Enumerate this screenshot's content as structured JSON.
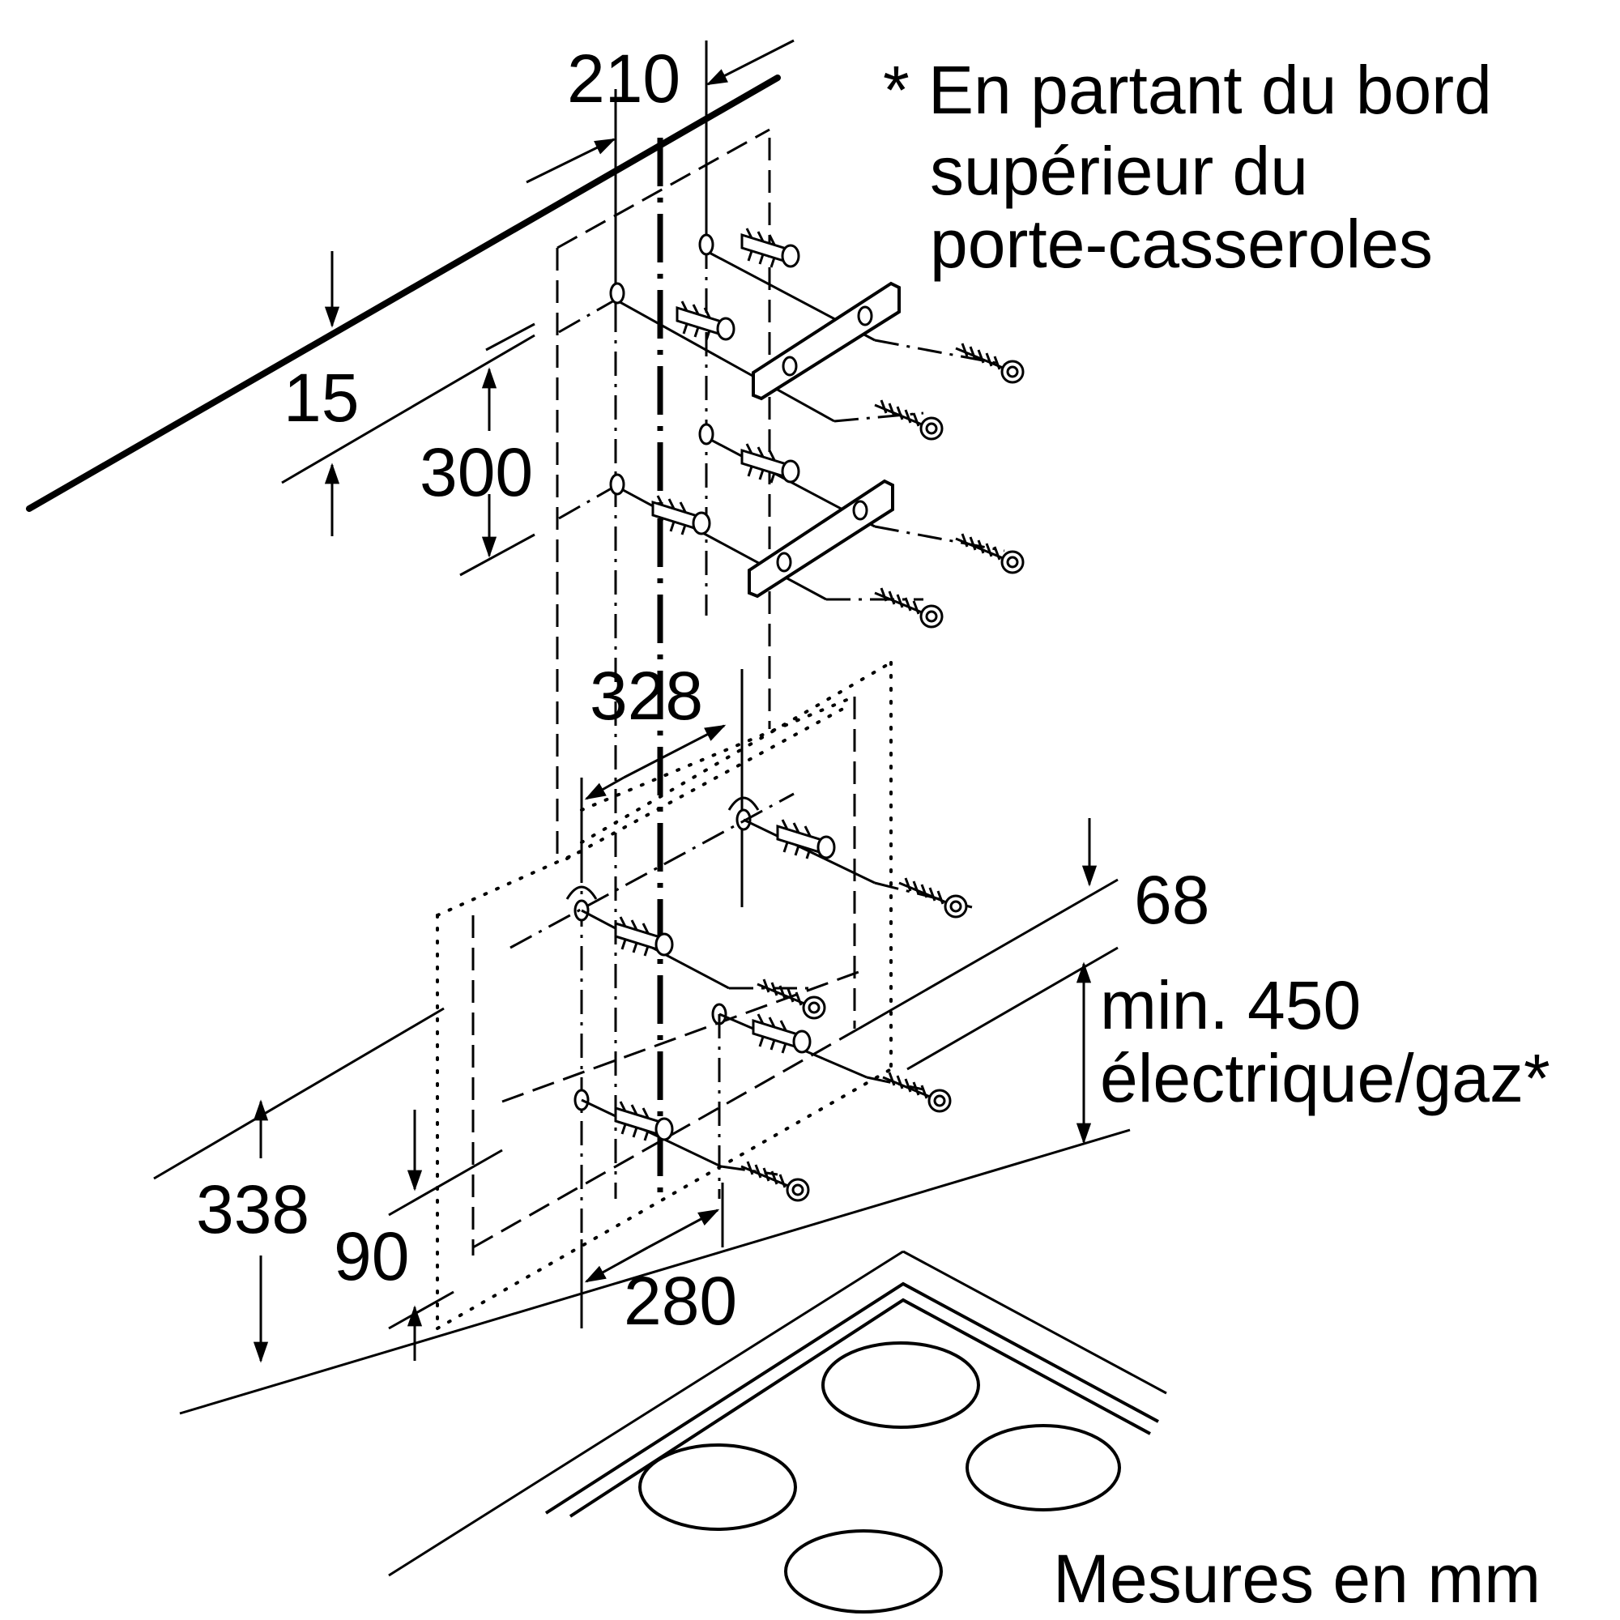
{
  "note": {
    "line1": "* En partant du bord",
    "line2": "supérieur du",
    "line3": "porte-casseroles"
  },
  "dimensions": {
    "d210": "210",
    "d15": "15",
    "d300": "300",
    "d328": "328",
    "d68": "68",
    "min450_line1": "min. 450",
    "min450_line2": "électrique/gaz*",
    "d338": "338",
    "d90": "90",
    "d280": "280"
  },
  "footer": {
    "units": "Mesures en mm"
  },
  "icons": [
    "screw-icon",
    "wall-plug-icon",
    "mounting-bracket-icon",
    "cooktop-burner-icon"
  ]
}
